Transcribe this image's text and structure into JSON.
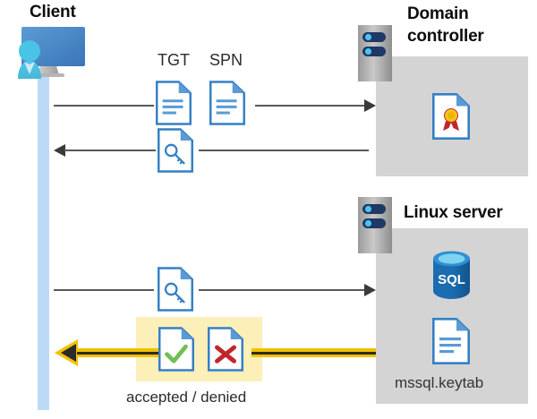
{
  "diagram": {
    "title_client": "Client",
    "title_domain_controller": "Domain\ncontroller",
    "title_domain_controller_line1": "Domain",
    "title_domain_controller_line2": "controller",
    "title_linux_server": "Linux server",
    "labels": {
      "tgt": "TGT",
      "spn": "SPN",
      "accepted_denied": "accepted / denied",
      "keytab_file": "mssql.keytab"
    },
    "icons": {
      "client": "user-monitor-icon",
      "tgt_doc": "document-icon",
      "spn_doc": "document-icon",
      "key_doc_1": "document-key-icon",
      "key_doc_2": "document-key-icon",
      "certificate": "certificate-document-icon",
      "server_rack_dc": "server-rack-icon",
      "server_rack_linux": "server-rack-icon",
      "sql_database": "sql-database-icon",
      "keytab_doc": "document-icon",
      "accepted_doc": "document-check-icon",
      "denied_doc": "document-cross-icon"
    },
    "sql_database_label": "SQL",
    "flows": [
      {
        "name": "client-to-dc-request",
        "direction": "right"
      },
      {
        "name": "dc-to-client-ticket",
        "direction": "left"
      },
      {
        "name": "client-to-linux-ticket",
        "direction": "right"
      },
      {
        "name": "linux-to-client-result",
        "direction": "left"
      }
    ],
    "colors": {
      "panel_gray": "#d4d4d4",
      "lifeline_blue": "#bcd9f5",
      "highlight_yellow": "#fcefb8",
      "arrow_yellow": "#f2c100",
      "arrow_dark": "#2b2b2b",
      "doc_blue": "#3580c4",
      "check_green": "#70bf54",
      "cross_red": "#c0272d",
      "sql_blue": "#1b6cb0",
      "cert_gold": "#f5c518",
      "cert_red": "#c0272d"
    }
  }
}
